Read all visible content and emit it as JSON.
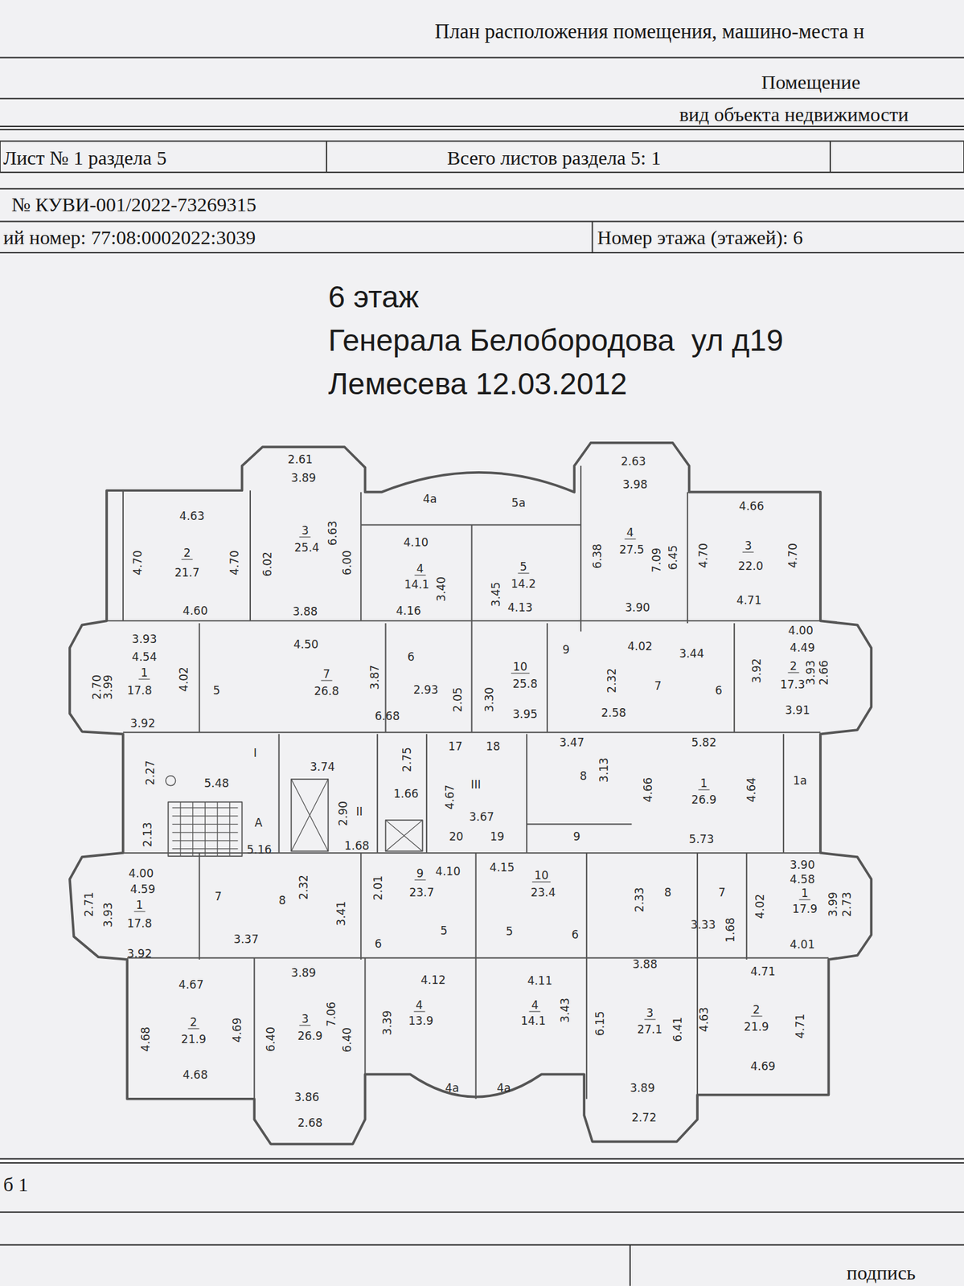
{
  "diagram": {
    "title": "План расположения помещения, машино-места н",
    "labels": [
      "Помещение",
      "вид объекта недвижимости",
      "Лист № 1 раздела 5",
      "Всего листов раздела 5: 1",
      "№ КУВИ-001/2022-73269315",
      "ий номер: 77:08:0002022:3039",
      "Номер этажа (этажей): 6",
      "6 этаж",
      "Генерала Белобородова  ул д19",
      "Лемесева 12.03.2012",
      "2.61",
      "3.89",
      "4.63",
      "4.70",
      "2",
      "21.7",
      "4.70",
      "6.02",
      "3",
      "25.4",
      "6.63",
      "6.00",
      "4.60",
      "3.88",
      "4a",
      "5a",
      "4.10",
      "4",
      "14.1",
      "3.40",
      "4.16",
      "3.45",
      "5",
      "14.2",
      "4.13",
      "2.63",
      "3.98",
      "4",
      "27.5",
      "6.38",
      "7.09",
      "6.45",
      "3.90",
      "4.66",
      "4.70",
      "3",
      "22.0",
      "4.70",
      "4.71",
      "3.93",
      "4.54",
      "2.70",
      "3.99",
      "1",
      "17.8",
      "4.02",
      "3.92",
      "5",
      "4.50",
      "7",
      "26.8",
      "3.87",
      "6.68",
      "6",
      "2.93",
      "2.05",
      "3.30",
      "10",
      "25.8",
      "3.95",
      "9",
      "4.02",
      "2.32",
      "7",
      "2.58",
      "3.44",
      "6",
      "4.00",
      "4.49",
      "3.92",
      "2",
      "17.3",
      "3.93",
      "2.66",
      "3.91",
      "2.27",
      "5.48",
      "I",
      "3.74",
      "2.75",
      "1.66",
      "17",
      "18",
      "4.67",
      "III",
      "3.67",
      "20",
      "19",
      "2.90",
      "II",
      "1.68",
      "A",
      "2.13",
      "5.16",
      "3.47",
      "5.82",
      "8",
      "3.13",
      "4.66",
      "1",
      "26.9",
      "4.64",
      "1a",
      "9",
      "5.73",
      "4.00",
      "4.59",
      "2.71",
      "3.93",
      "1",
      "17.8",
      "3.92",
      "7",
      "8",
      "2.32",
      "3.37",
      "3.41",
      "2.01",
      "9",
      "23.7",
      "4.10",
      "4.15",
      "10",
      "23.4",
      "6",
      "5",
      "5",
      "6",
      "2.33",
      "8",
      "7",
      "3.33",
      "1.68",
      "3.90",
      "4.58",
      "4.02",
      "1",
      "17.9",
      "3.99",
      "2.73",
      "4.01",
      "3.89",
      "3.88",
      "4.67",
      "4.71",
      "4.12",
      "4.11",
      "4.68",
      "2",
      "21.9",
      "4.69",
      "6.40",
      "3",
      "26.9",
      "7.06",
      "6.40",
      "3.39",
      "4",
      "13.9",
      "4",
      "14.1",
      "3.43",
      "6.15",
      "3",
      "27.1",
      "6.41",
      "4.63",
      "2",
      "21.9",
      "4.71",
      "4.68",
      "4.69",
      "3.86",
      "2.68",
      "4a",
      "4a",
      "3.89",
      "2.72",
      "б 1",
      "подпись"
    ]
  }
}
